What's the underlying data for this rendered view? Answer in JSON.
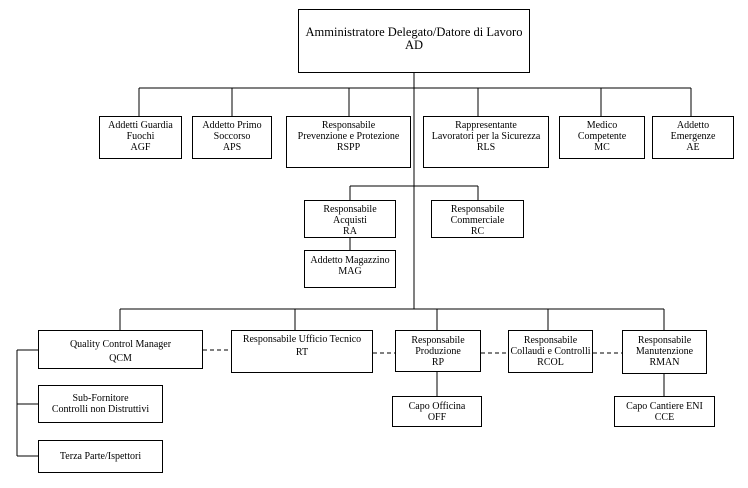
{
  "org": {
    "ad": [
      "Amministratore Delegato/Datore di Lavoro",
      "AD"
    ],
    "agf": [
      "Addetti Guardia",
      "Fuochi",
      "AGF"
    ],
    "aps": [
      "Addetto Primo",
      "Soccorso",
      "APS"
    ],
    "rspp": [
      "Responsabile",
      "Prevenzione e Protezione",
      "RSPP"
    ],
    "rls": [
      "Rappresentante",
      "Lavoratori per la Sicurezza",
      "RLS"
    ],
    "mc": [
      "Medico",
      "Competente",
      "MC"
    ],
    "ae": [
      "Addetto",
      "Emergenze",
      "AE"
    ],
    "ra": [
      "Responsabile",
      "Acquisti",
      "RA"
    ],
    "rc": [
      "Responsabile",
      "Commerciale",
      "RC"
    ],
    "mag": [
      "Addetto Magazzino",
      "MAG"
    ],
    "qcm": [
      "Quality Control Manager",
      "QCM"
    ],
    "rt": [
      "Responsabile Ufficio Tecnico",
      "RT"
    ],
    "rp": [
      "Responsabile",
      "Produzione",
      "RP"
    ],
    "rcol": [
      "Responsabile",
      "Collaudi e Controlli",
      "RCOL"
    ],
    "rman": [
      "Responsabile",
      "Manutenzione",
      "RMAN"
    ],
    "sub": [
      "Sub-Fornitore",
      "Controlli non Distruttivi"
    ],
    "terza": [
      "Terza Parte/Ispettori"
    ],
    "off": [
      "Capo Officina",
      "OFF"
    ],
    "cce": [
      "Capo Cantiere ENI",
      "CCE"
    ]
  }
}
